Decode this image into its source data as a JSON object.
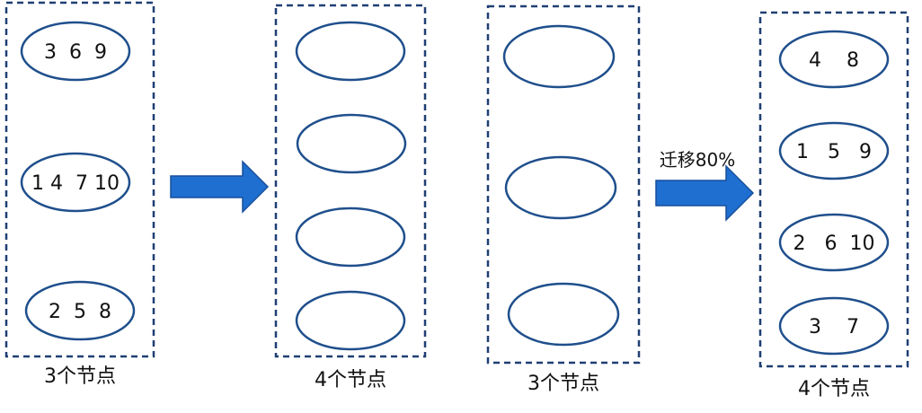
{
  "colors": {
    "border": "#1f3f73",
    "ellipse_stroke": "#1f4f8c",
    "arrow_fill": "#1f6fd1",
    "arrow_stroke": "#174f9a"
  },
  "groups": [
    {
      "caption": "3个节点",
      "nodes": [
        {
          "label": "3  6  9"
        },
        {
          "label": "1 4  7 10"
        },
        {
          "label": "2  5  8"
        }
      ]
    },
    {
      "caption": "4个节点",
      "nodes": [
        {
          "label": ""
        },
        {
          "label": ""
        },
        {
          "label": ""
        },
        {
          "label": ""
        }
      ]
    },
    {
      "caption": "3个节点",
      "nodes": [
        {
          "label": ""
        },
        {
          "label": ""
        },
        {
          "label": ""
        }
      ]
    },
    {
      "caption": "4个节点",
      "nodes": [
        {
          "label": "4    8"
        },
        {
          "label": "1   5   9"
        },
        {
          "label": "2   6  10"
        },
        {
          "label": "3    7"
        }
      ]
    }
  ],
  "arrows": [
    {
      "label": ""
    },
    {
      "label": "迁移80%"
    }
  ]
}
